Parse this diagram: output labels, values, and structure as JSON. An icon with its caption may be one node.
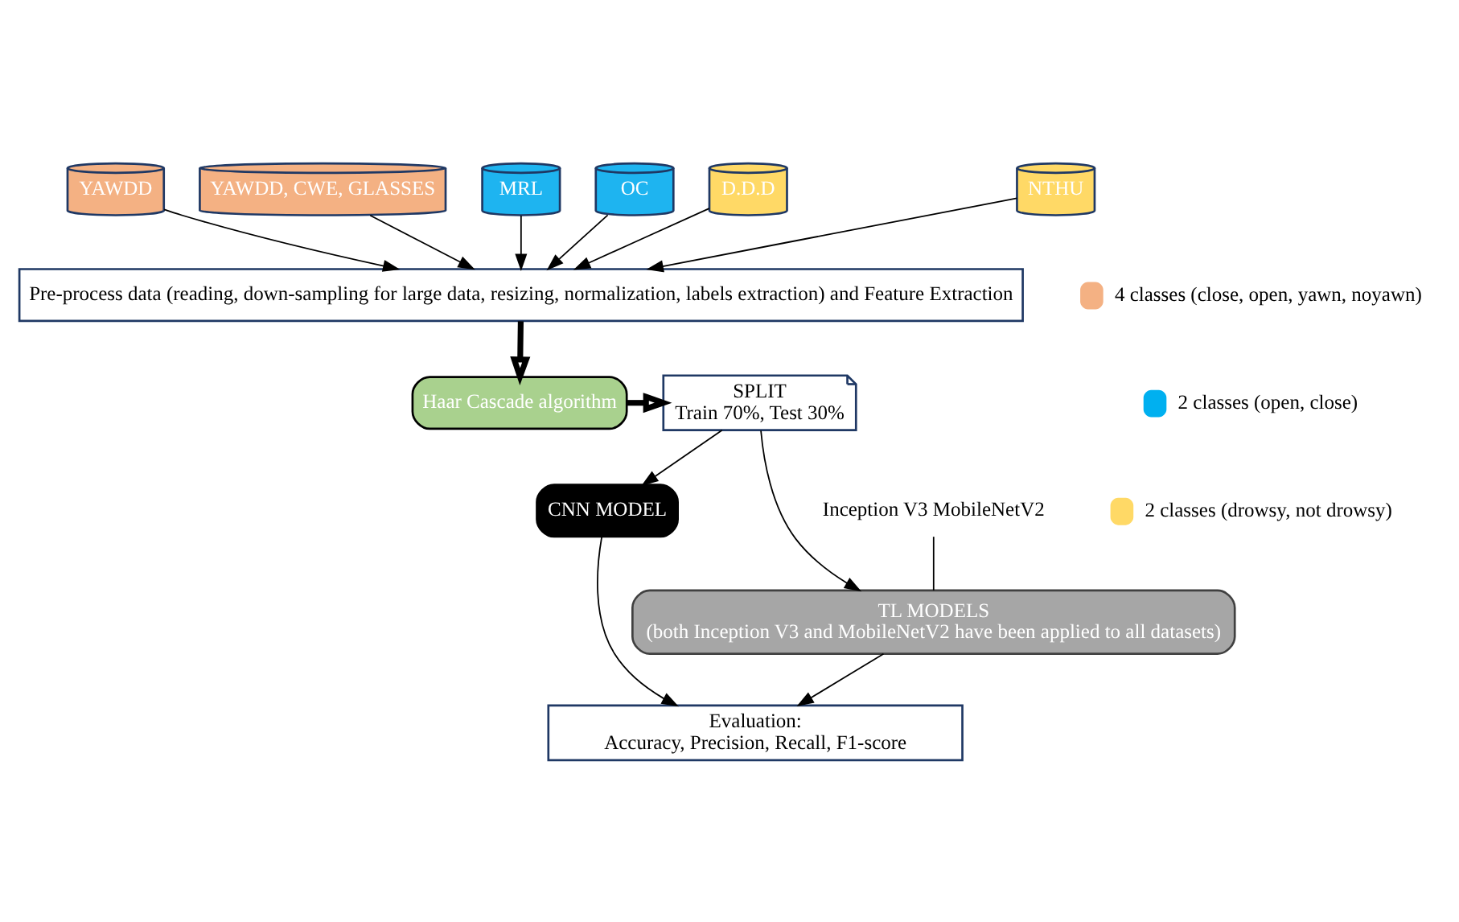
{
  "diagram": {
    "nodes": [
      {
        "text": [
          "YAWDD"
        ]
      },
      {
        "text": [
          "YAWDD, CWE, GLASSES"
        ]
      },
      {
        "text": [
          "MRL"
        ]
      },
      {
        "text": [
          "OC"
        ]
      },
      {
        "text": [
          "D.D.D"
        ]
      },
      {
        "text": [
          "NTHU"
        ]
      },
      {
        "text": [
          "Pre-process data (reading, down-sampling for large data, resizing, normalization, labels extraction) and Feature Extraction"
        ]
      },
      {
        "text": [
          "Haar Cascade algorithm"
        ]
      },
      {
        "text": [
          "SPLIT",
          "Train 70%, Test 30%"
        ]
      },
      {
        "text": [
          "CNN MODEL"
        ]
      },
      {
        "text": [
          "TL MODELS",
          "(both Inception V3 and MobileNetV2 have been applied to all datasets)"
        ]
      },
      {
        "text": [
          "Inception V3 MobileNetV2"
        ]
      },
      {
        "text": [
          "Evaluation:",
          "Accuracy, Precision, Recall, F1-score"
        ]
      }
    ],
    "edges": [
      {
        "from": 0,
        "to": 6,
        "arrow": "to"
      },
      {
        "from": 1,
        "to": 6,
        "arrow": "to"
      },
      {
        "from": 2,
        "to": 6,
        "arrow": "to"
      },
      {
        "from": 3,
        "to": 6,
        "arrow": "to"
      },
      {
        "from": 4,
        "to": 6,
        "arrow": "to"
      },
      {
        "from": 5,
        "to": 6,
        "arrow": "to"
      },
      {
        "from": 6,
        "to": 7,
        "arrow": "to",
        "style": "thick"
      },
      {
        "from": 7,
        "to": 8,
        "arrow": "to",
        "style": "thick"
      },
      {
        "from": 8,
        "to": 9,
        "arrow": "to"
      },
      {
        "from": 8,
        "to": 10,
        "arrow": "to"
      },
      {
        "from": 11,
        "to": 10,
        "arrow": "none"
      },
      {
        "from": 9,
        "to": 12,
        "arrow": "to"
      },
      {
        "from": 10,
        "to": 12,
        "arrow": "to"
      }
    ],
    "legend": [
      {
        "text": "4 classes (close, open, yawn, noyawn)",
        "color": "#f4b183"
      },
      {
        "text": "2 classes (open, close)",
        "color": "#00b0f0"
      },
      {
        "text": "2 classes (drowsy, not drowsy)",
        "color": "#ffd966"
      }
    ]
  }
}
